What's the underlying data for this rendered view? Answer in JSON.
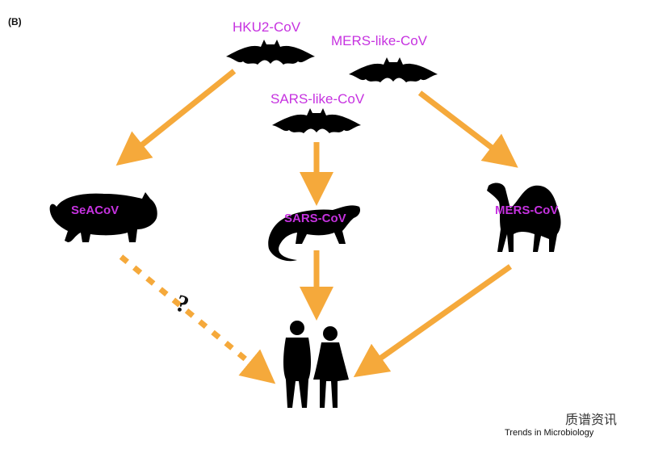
{
  "panel_label": "(B)",
  "labels": {
    "hku2": "HKU2-CoV",
    "mers_like": "MERS-like-CoV",
    "sars_like": "SARS-like-CoV",
    "seacov": "SeACoV",
    "sars": "SARS-CoV",
    "mers": "MERS-CoV"
  },
  "question_mark": "?",
  "credit": "Trends in Microbiology",
  "watermark": "质谱资讯",
  "colors": {
    "arrow": "#F5A93B",
    "label": "#C632E0",
    "silhouette": "#000000",
    "text": "#111111"
  },
  "icons": [
    "bat-icon",
    "pig-icon",
    "civet-icon",
    "camel-icon",
    "humans-icon"
  ]
}
